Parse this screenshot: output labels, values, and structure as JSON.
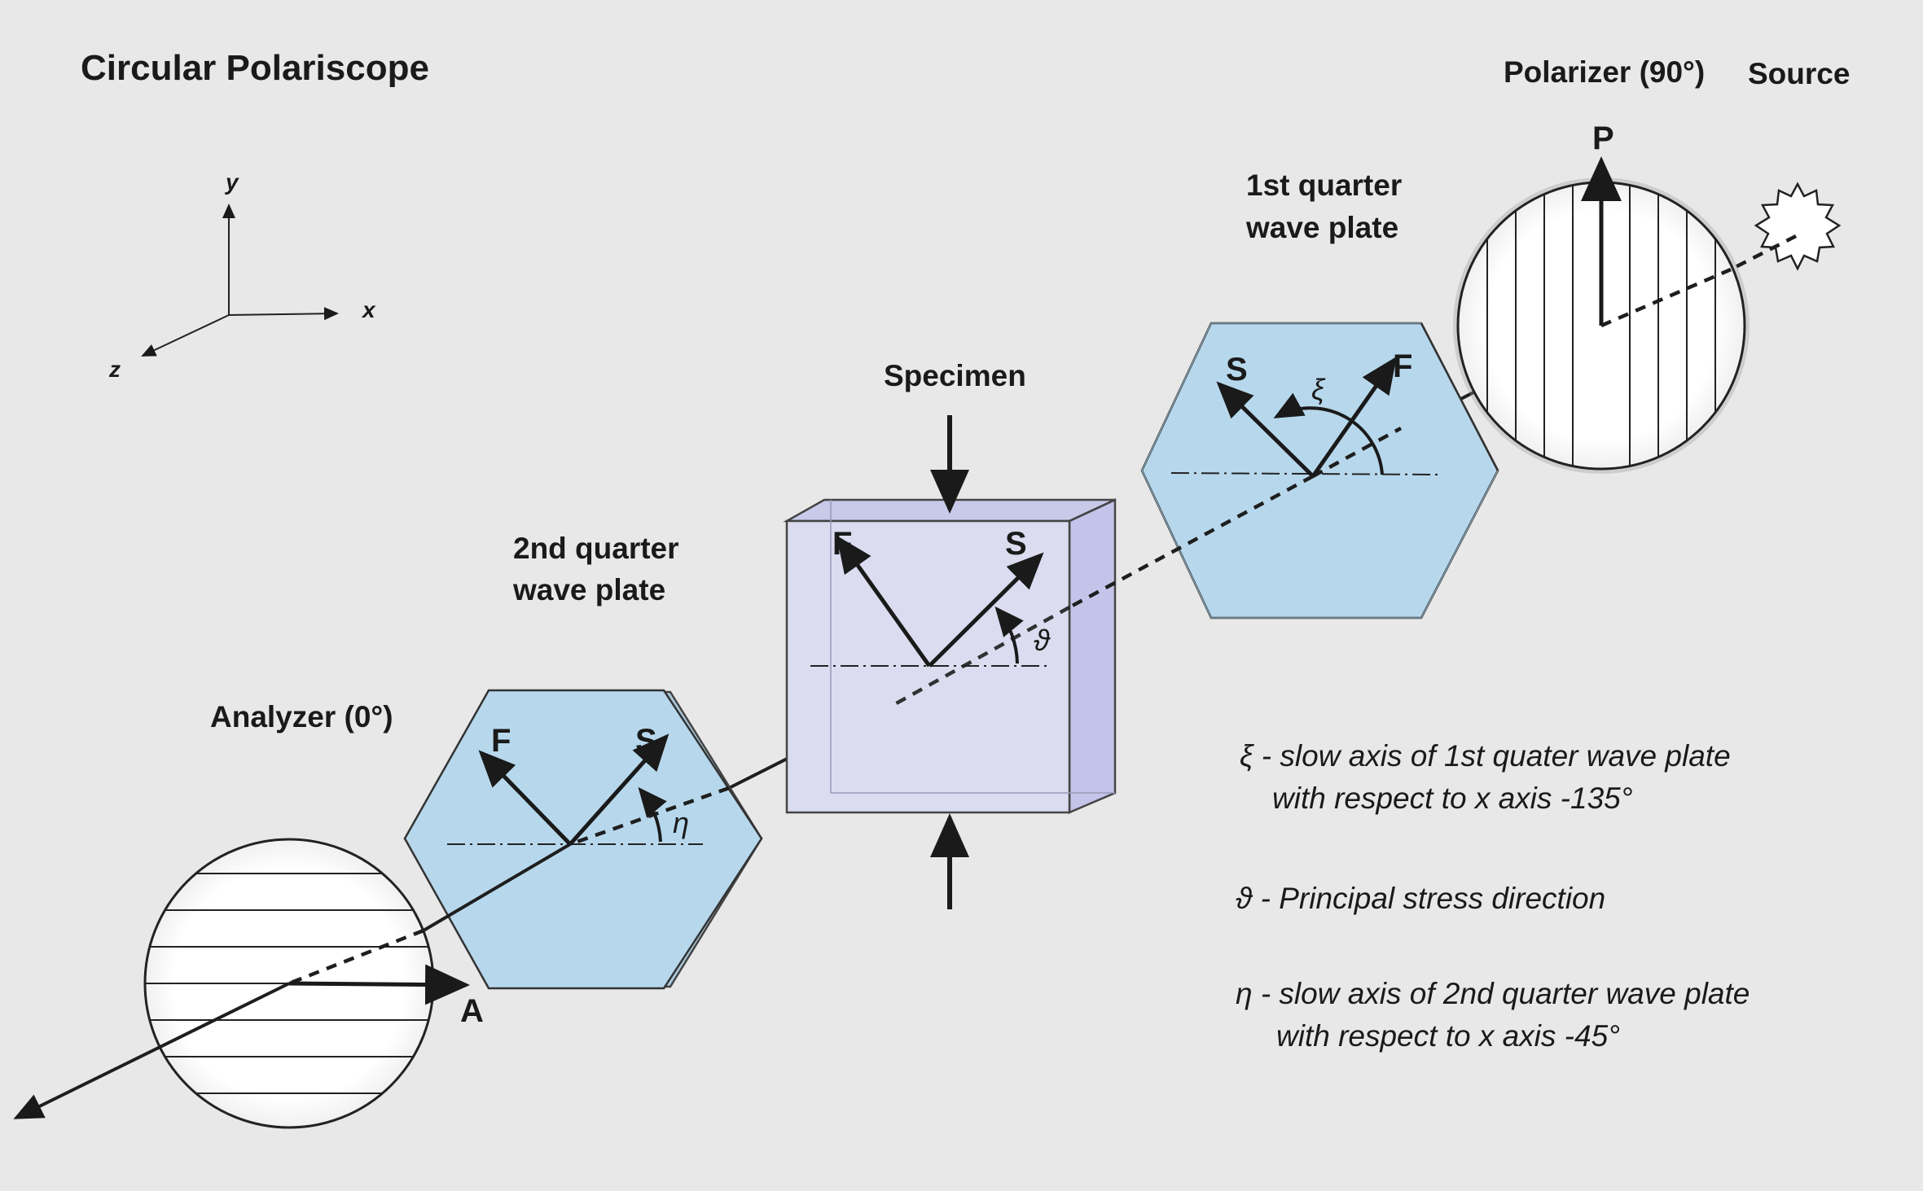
{
  "title": "Circular Polariscope",
  "coordinate_axes": {
    "x": "x",
    "y": "y",
    "z": "z"
  },
  "components": {
    "source": "Source",
    "polarizer": "Polarizer (90°)",
    "polarizer_axis": "P",
    "first_qwp_line1": "1st quarter",
    "first_qwp_line2": "wave plate",
    "specimen": "Specimen",
    "second_qwp_line1": "2nd quarter",
    "second_qwp_line2": "wave plate",
    "analyzer": "Analyzer (0°)",
    "analyzer_axis": "A"
  },
  "axis_labels": {
    "fast": "F",
    "slow": "S"
  },
  "angles": {
    "xi": "ξ",
    "theta": "ϑ",
    "eta": "η"
  },
  "legend": {
    "xi_line1": "ξ - slow axis of 1st quater wave plate",
    "xi_line2": "with respect to x axis -135°",
    "theta_line1": "ϑ - Principal stress direction",
    "eta_line1": "η - slow axis of 2nd quarter wave plate",
    "eta_line2": "with respect to x axis -45°"
  },
  "colors": {
    "background": "#e8e8e8",
    "wave_plate": "#bcdcef",
    "specimen": "#dcdcf0",
    "lens": "#ffffff",
    "ink": "#1a1a1a"
  }
}
